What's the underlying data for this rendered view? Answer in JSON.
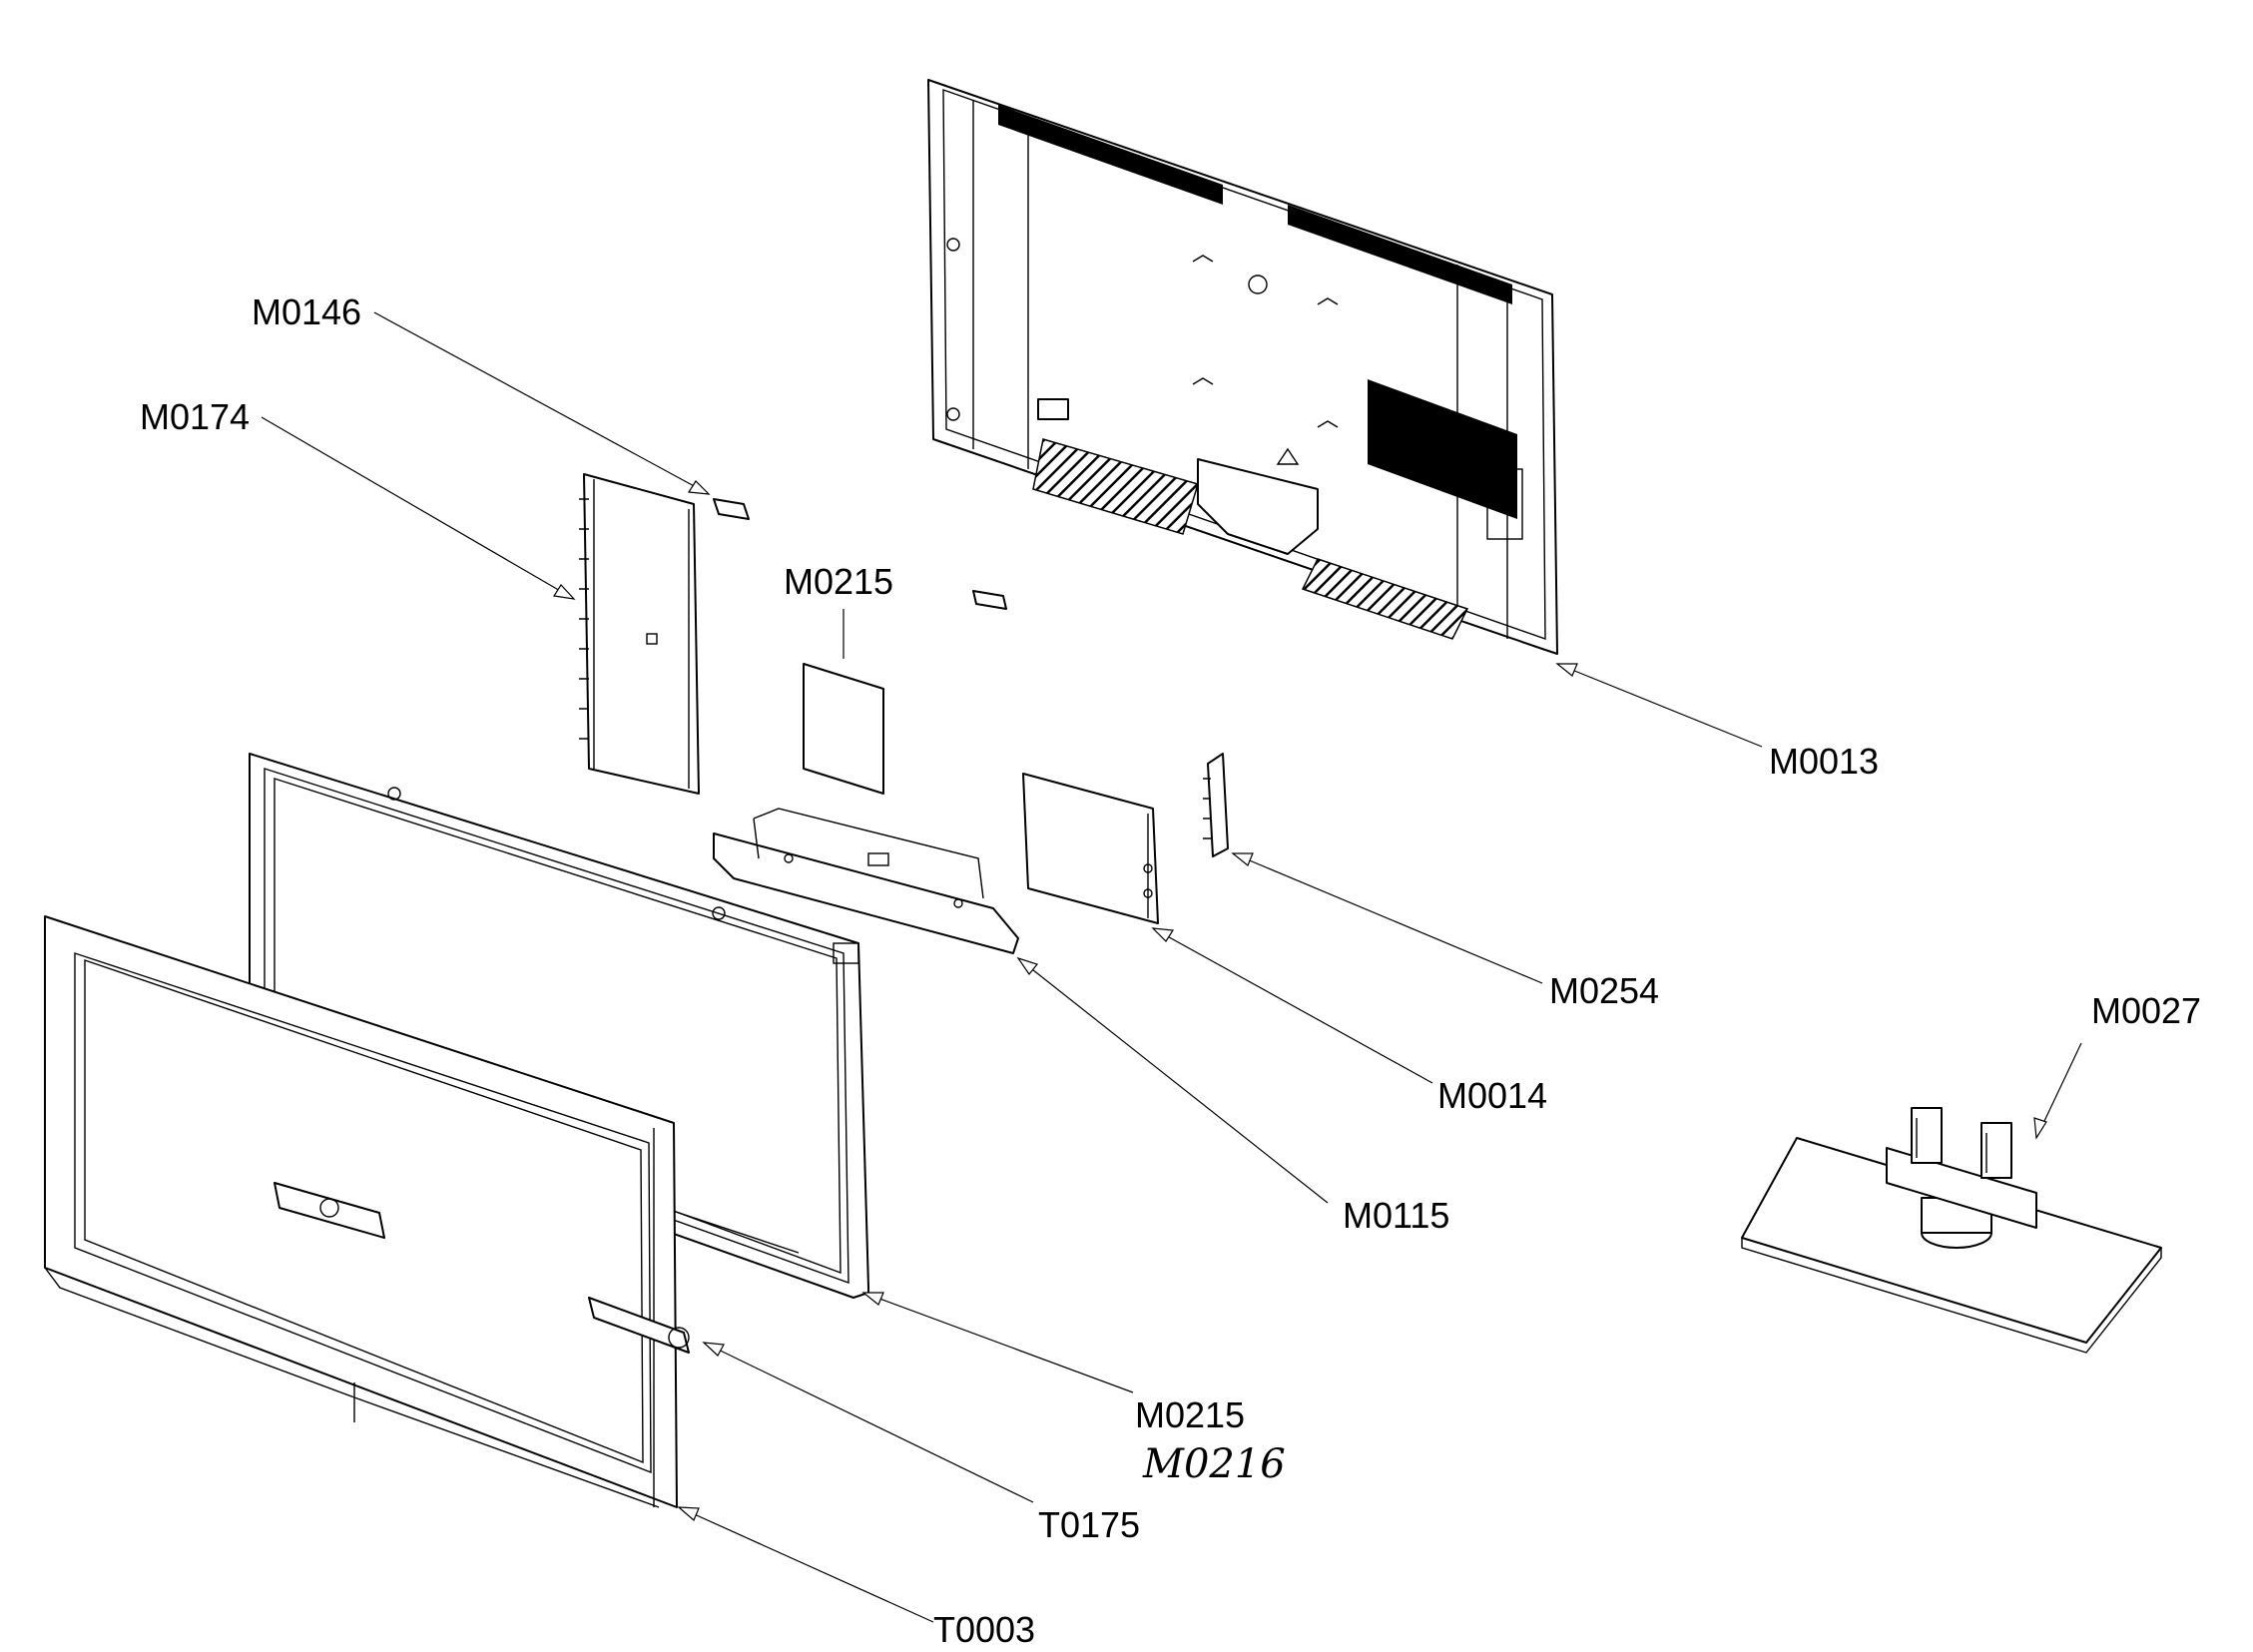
{
  "diagram": {
    "callouts": [
      {
        "id": "m0146",
        "label": "M0146"
      },
      {
        "id": "m0174",
        "label": "M0174"
      },
      {
        "id": "m0215-sheet",
        "label": "M0215"
      },
      {
        "id": "m0013",
        "label": "M0013"
      },
      {
        "id": "m0254",
        "label": "M0254"
      },
      {
        "id": "m0027",
        "label": "M0027"
      },
      {
        "id": "m0014",
        "label": "M0014"
      },
      {
        "id": "m0115",
        "label": "M0115"
      },
      {
        "id": "m0215-frame",
        "label": "M0215"
      },
      {
        "id": "t0175",
        "label": "T0175"
      },
      {
        "id": "t0003",
        "label": "T0003"
      }
    ],
    "handwritten_note": "M0216"
  }
}
